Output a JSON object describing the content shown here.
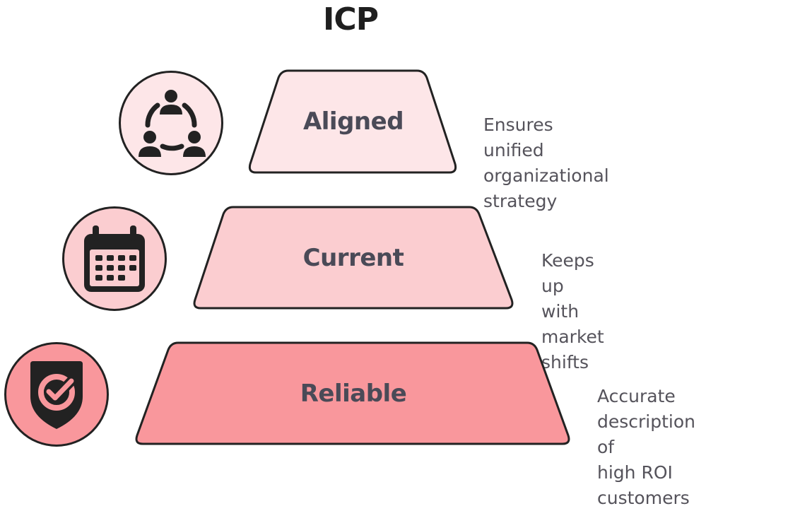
{
  "title": "ICP",
  "tiers": [
    {
      "label": "Aligned",
      "description_lines": [
        "Ensures unified",
        "organizational strategy"
      ],
      "icon": "team-network-icon",
      "fill": "#fde6e8",
      "circle_fill": "#fde6e8"
    },
    {
      "label": "Current",
      "description_lines": [
        "Keeps up with market",
        "shifts"
      ],
      "icon": "calendar-icon",
      "fill": "#fbcdd0",
      "circle_fill": "#fbcdd0"
    },
    {
      "label": "Reliable",
      "description_lines": [
        "Accurate description of",
        "high ROI customers"
      ],
      "icon": "shield-check-icon",
      "fill": "#f9979c",
      "circle_fill": "#f9979c"
    }
  ],
  "colors": {
    "outline": "#222222",
    "label_text": "#4a4a57",
    "description_text": "#55535b",
    "title_text": "#1f1f1f"
  }
}
